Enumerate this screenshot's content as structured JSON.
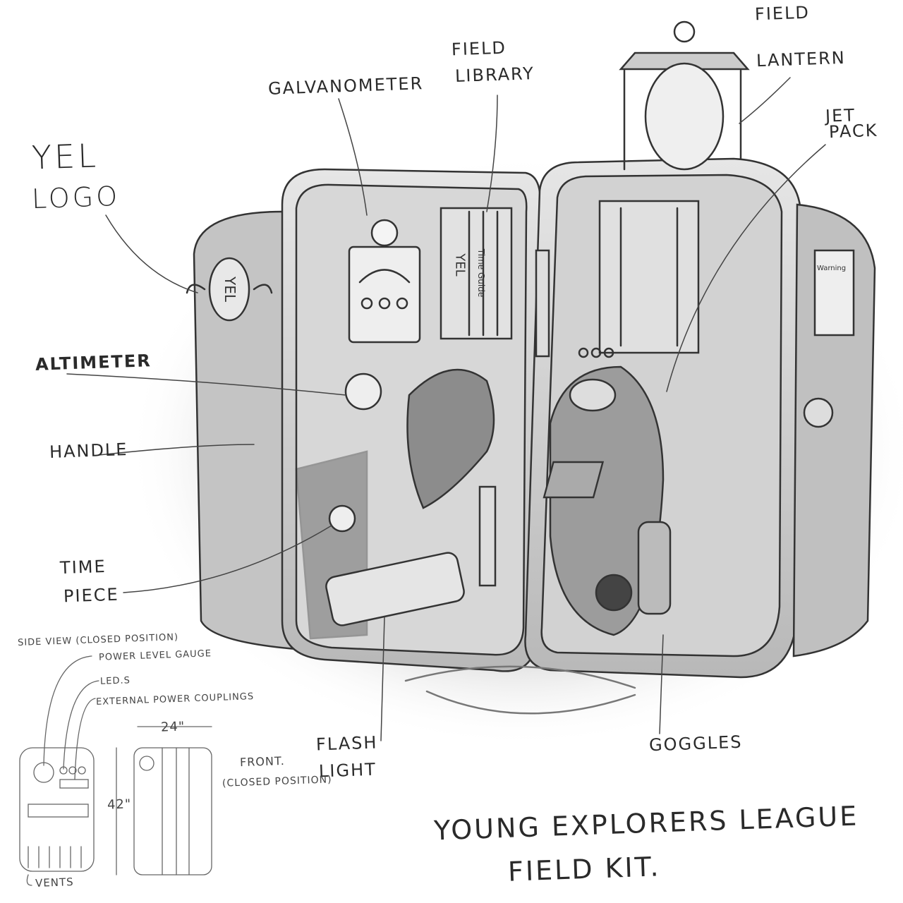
{
  "title": {
    "line1": "Young Explorers League",
    "line2": "Field Kit."
  },
  "labels": {
    "yel_logo_1": "YEL",
    "yel_logo_2": "Logo",
    "galvanometer": "Galvanometer",
    "field_library_1": "Field",
    "field_library_2": "Library",
    "field_lantern_1": "Field",
    "field_lantern_2": "Lantern",
    "jet_pack_1": "Jet",
    "jet_pack_2": "Pack",
    "altimeter": "Altimeter",
    "handle": "Handle",
    "time_piece_1": "Time",
    "time_piece_2": "Piece",
    "flashlight_1": "Flash",
    "flashlight_2": "Light",
    "goggles": "Goggles"
  },
  "side_notes": {
    "side_view": "Side view (closed position)",
    "power_gauge": "Power level gauge",
    "leds": "LED.s",
    "couplings": "External power couplings",
    "width": "24\"",
    "height": "42\"",
    "front_1": "Front.",
    "front_2": "(Closed position)",
    "vents": "Vents"
  },
  "case_markings": {
    "logo": "YEL",
    "book_spine_1": "YEL",
    "book_spine_2": "Time Guide",
    "warning": "Warning"
  }
}
